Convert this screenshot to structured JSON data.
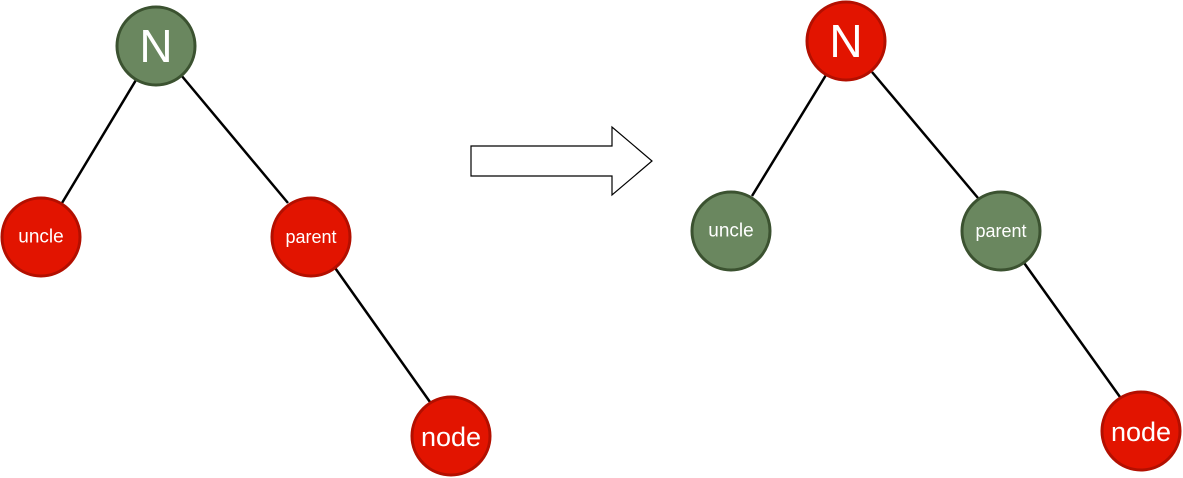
{
  "colors": {
    "black": "#6a875f",
    "black_stroke": "#3b5230",
    "red": "#e21400",
    "red_stroke": "#b30f00",
    "edge": "#000000"
  },
  "before": {
    "nodes": {
      "n": {
        "label": "N",
        "color": "black"
      },
      "uncle": {
        "label": "uncle",
        "color": "red"
      },
      "parent": {
        "label": "parent",
        "color": "red"
      },
      "node": {
        "label": "node",
        "color": "red"
      }
    }
  },
  "after": {
    "nodes": {
      "n": {
        "label": "N",
        "color": "red"
      },
      "uncle": {
        "label": "uncle",
        "color": "black"
      },
      "parent": {
        "label": "parent",
        "color": "black"
      },
      "node": {
        "label": "node",
        "color": "red"
      }
    }
  },
  "arrow": {
    "icon": "right-arrow-icon"
  }
}
